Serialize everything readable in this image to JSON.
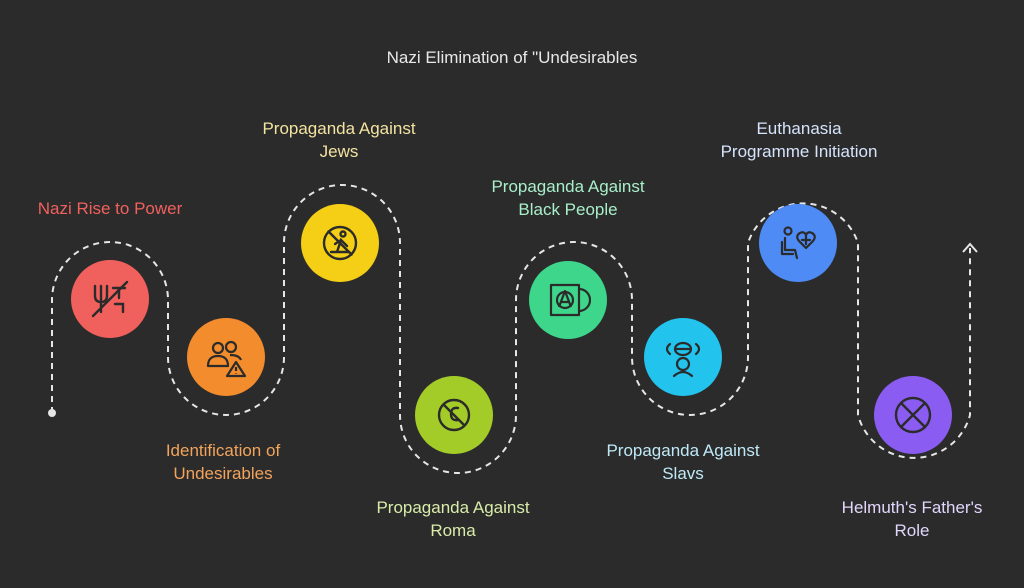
{
  "title": "Nazi Elimination of \"Undesirables",
  "steps": [
    {
      "lines": [
        "Nazi Rise to Power"
      ],
      "color": "#f0605d",
      "label_color": "#f0605d",
      "icon": "trident-cross-icon"
    },
    {
      "lines": [
        "Identification of",
        "Undesirables"
      ],
      "color": "#f28c2c",
      "label_color": "#f2a35c",
      "icon": "people-warning-icon"
    },
    {
      "lines": [
        "Propaganda Against",
        "Jews"
      ],
      "color": "#f4cf16",
      "label_color": "#f3e3a0",
      "icon": "prohibited-figure-icon"
    },
    {
      "lines": [
        "Propaganda Against",
        "Roma"
      ],
      "color": "#a3cc28",
      "label_color": "#d8ecaa",
      "icon": "prohibited-sign-icon"
    },
    {
      "lines": [
        "Propaganda Against",
        "Black People"
      ],
      "color": "#3ed68a",
      "label_color": "#a8efc9",
      "icon": "record-anarchy-icon"
    },
    {
      "lines": [
        "Propaganda Against",
        "Slavs"
      ],
      "color": "#22c3ec",
      "label_color": "#bfe9f7",
      "icon": "faces-icon"
    },
    {
      "lines": [
        "Euthanasia",
        "Programme Initiation"
      ],
      "color": "#4f8bf5",
      "label_color": "#d6e4fb",
      "icon": "person-heart-icon"
    },
    {
      "lines": [
        "Helmuth's Father's",
        "Role"
      ],
      "color": "#8a5cf2",
      "label_color": "#e1d6fb",
      "icon": "circle-x-icon"
    }
  ]
}
